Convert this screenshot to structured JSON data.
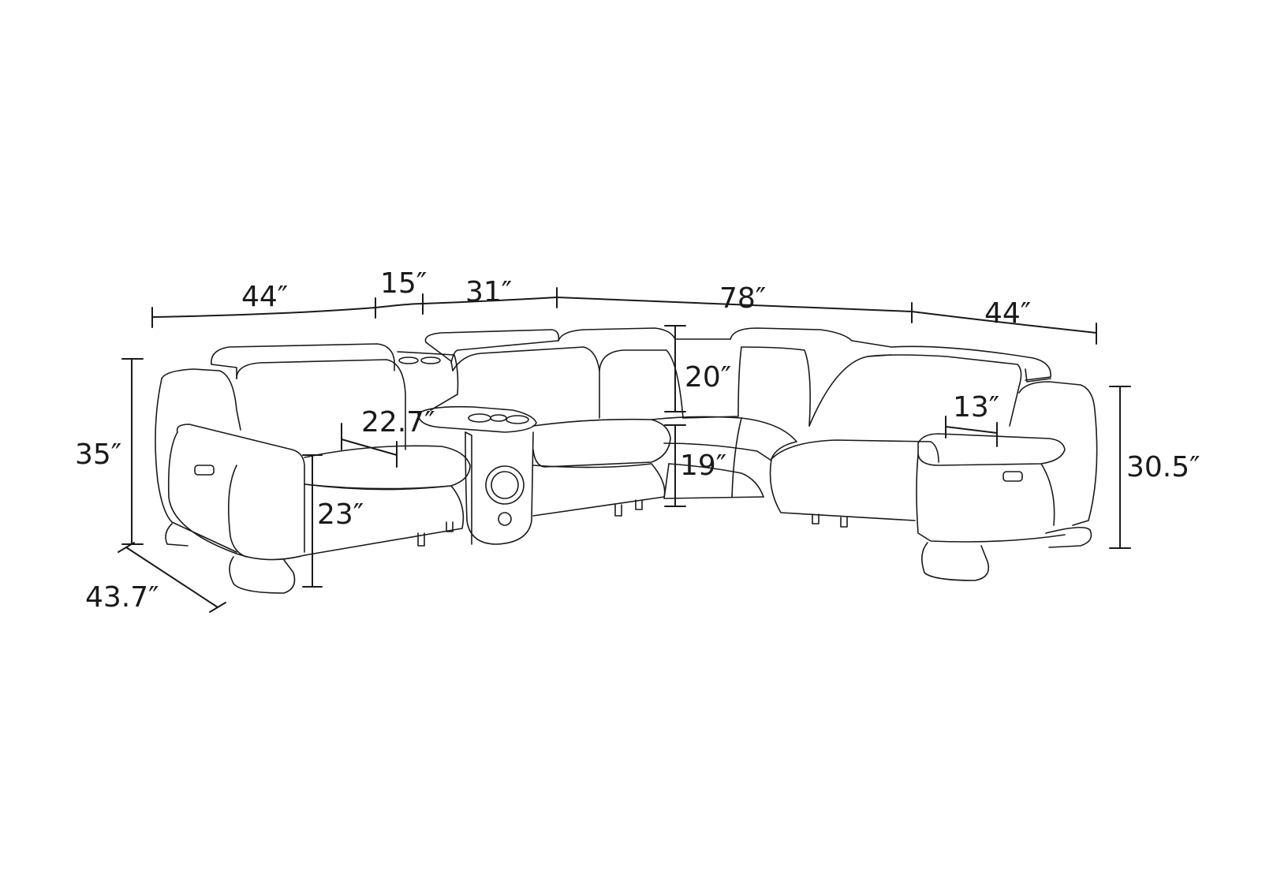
{
  "diagram": {
    "background": "#ffffff",
    "line_color": "#1a1a1a",
    "dimensions": {
      "top_left_width": "44″",
      "console_width": "15″",
      "armless_seat_width": "31″",
      "corner_span": "78″",
      "top_right_width": "44″",
      "overall_height_left": "35″",
      "depth": "43.7″",
      "seat_depth": "22.7″",
      "seat_height": "23″",
      "backrest_height": "20″",
      "seat_height_center": "19″",
      "arm_width": "13″",
      "arm_height_right": "30.5″"
    }
  }
}
